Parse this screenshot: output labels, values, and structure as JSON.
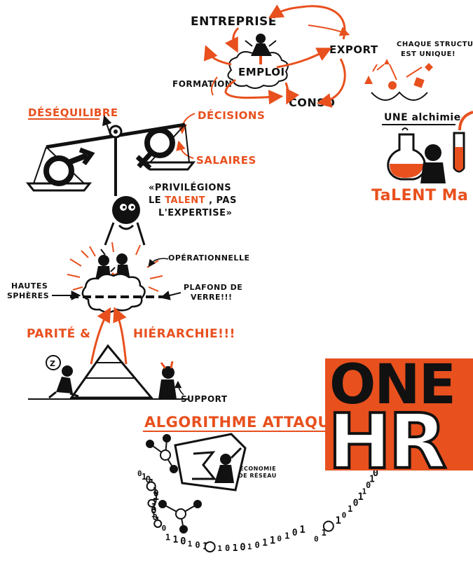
{
  "colors": {
    "ink": "#111111",
    "accent": "#e8501e",
    "paper": "#ffffff"
  },
  "labels": {
    "entreprise": "ENTREPRISE",
    "emploi": "EMPLOI",
    "formation": "FORMATION",
    "export": "EXPORT",
    "conso": "CONSO",
    "chaque_structure_1": "CHAQUE STRUCTURE",
    "chaque_structure_2": "EST UNIQUE!",
    "alchimie": "UNE alchimie",
    "talent_ma": "TaLENT Ma",
    "desequilibre": "DÉSÉQUILIBRE",
    "decisions": "DÉCISIONS",
    "salaires": "SALAIRES",
    "quote_1": "«PRIVILÉGIONS",
    "quote_2_pre": "LE",
    "quote_2_talent": "TALENT",
    "quote_2_post": ", PAS",
    "quote_3": "L'EXPERTISE»",
    "operationnelle": "OPÉRATIONNELLE",
    "hautes_1": "HAUTES",
    "hautes_2": "SPHÈRES",
    "plafond_1": "PLAFOND DE",
    "plafond_2": "VERRE!!!",
    "parite": "PARITÉ &",
    "hierarchie": "HIÉRARCHIE!!!",
    "support": "SUPPORT",
    "sleep": "Z",
    "algorithme": "ALGORITHME ATTAQUE!",
    "economie_1": "ÉCONOMIE",
    "economie_2": "DE RÉSEAU",
    "one": "ONE",
    "hr": "HR"
  },
  "binary_trail": [
    {
      "t": "0"
    },
    {
      "t": "1"
    },
    {
      "t": "0"
    },
    {
      "t": "1"
    },
    {
      "t": "O"
    },
    {
      "t": "1"
    },
    {
      "t": "0"
    },
    {
      "t": "1"
    },
    {
      "t": "0"
    },
    {
      "t": "O"
    },
    {
      "t": "1"
    },
    {
      "t": "0"
    },
    {
      "t": "1"
    },
    {
      "t": "0"
    },
    {
      "t": "1"
    },
    {
      "t": "O"
    },
    {
      "t": "0"
    },
    {
      "t": "1"
    },
    {
      "t": "1"
    },
    {
      "t": "0"
    },
    {
      "t": "1"
    },
    {
      "t": "0"
    },
    {
      "t": "1"
    },
    {
      "t": "O"
    },
    {
      "t": "1"
    },
    {
      "t": "0"
    },
    {
      "t": "1"
    },
    {
      "t": "0"
    },
    {
      "t": "1"
    },
    {
      "t": "0"
    },
    {
      "t": "1"
    },
    {
      "t": "1"
    },
    {
      "t": "0"
    },
    {
      "t": "1"
    },
    {
      "t": "0"
    },
    {
      "t": "1"
    },
    {
      "t": "0"
    },
    {
      "t": "1"
    },
    {
      "t": "O"
    },
    {
      "t": "1"
    },
    {
      "t": "0"
    },
    {
      "t": "1"
    },
    {
      "t": "0"
    },
    {
      "t": "1"
    },
    {
      "t": "1"
    },
    {
      "t": "0"
    },
    {
      "t": "1"
    },
    {
      "t": "0"
    }
  ]
}
